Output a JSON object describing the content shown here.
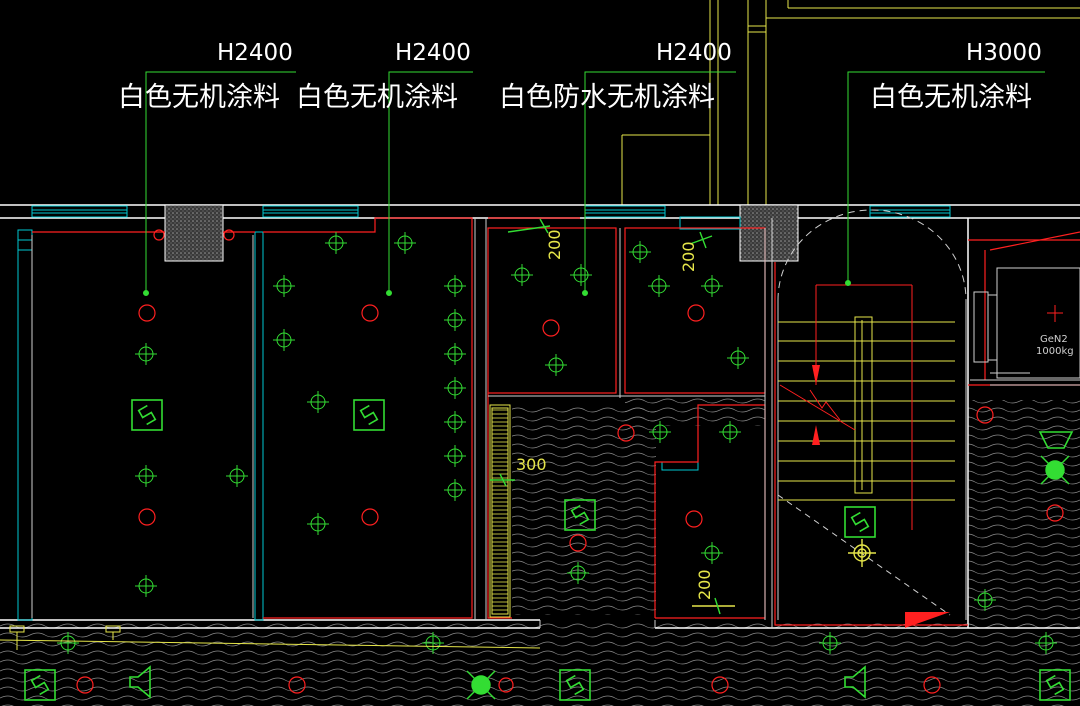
{
  "annotations": [
    {
      "height": "H2400",
      "material": "白色无机涂料"
    },
    {
      "height": "H2400",
      "material": "白色无机涂料"
    },
    {
      "height": "H2400",
      "material": "白色防水无机涂料"
    },
    {
      "height": "H3000",
      "material": "白色无机涂料"
    }
  ],
  "dimensions": [
    "200",
    "200",
    "300",
    "200"
  ],
  "elevator": {
    "model": "GeN2",
    "capacity": "1000kg"
  },
  "colors": {
    "background": "#000000",
    "wall": "#ffffff",
    "wall_fill": "#4a4a4a",
    "insulation": "#00c8d2",
    "boundary": "#ff2020",
    "fixture": "#33dd33",
    "furniture": "#e6e64a",
    "floor_hatch": "#9a9a9a"
  }
}
